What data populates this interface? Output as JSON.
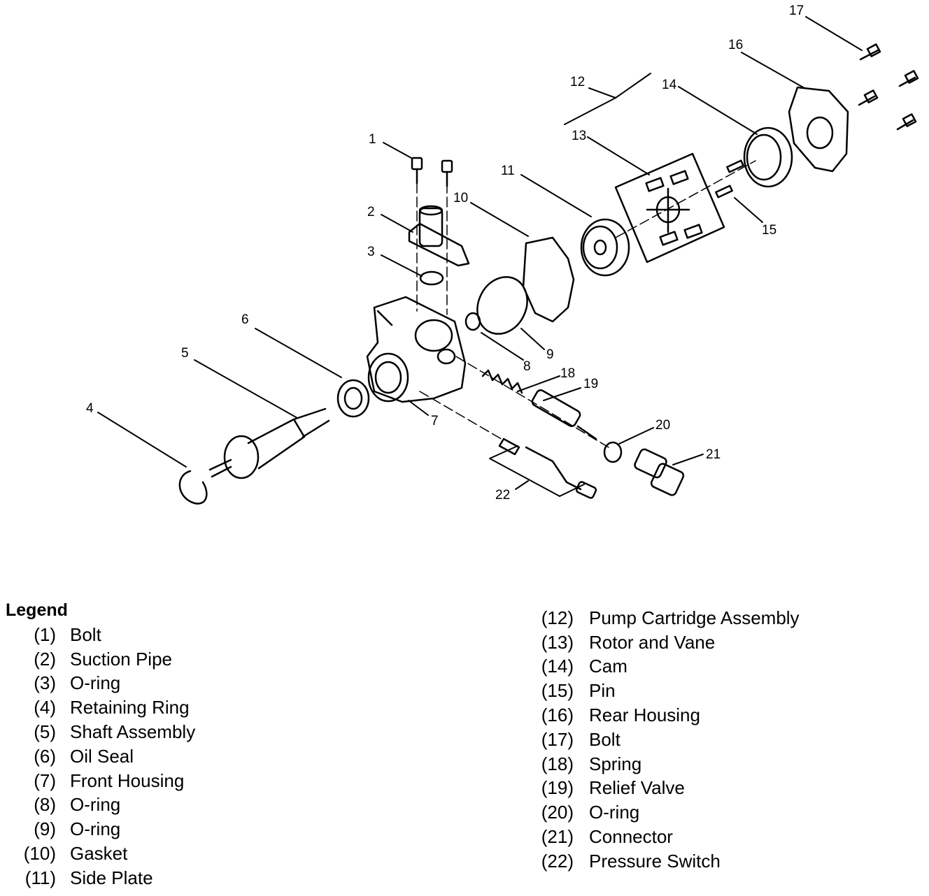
{
  "callouts": [
    "1",
    "2",
    "3",
    "4",
    "5",
    "6",
    "7",
    "8",
    "9",
    "10",
    "11",
    "12",
    "13",
    "14",
    "15",
    "16",
    "17",
    "18",
    "19",
    "20",
    "21",
    "22"
  ],
  "legend": {
    "title": "Legend",
    "items": [
      {
        "num": "(1)",
        "name": "Bolt"
      },
      {
        "num": "(2)",
        "name": "Suction Pipe"
      },
      {
        "num": "(3)",
        "name": "O-ring"
      },
      {
        "num": "(4)",
        "name": "Retaining Ring"
      },
      {
        "num": "(5)",
        "name": "Shaft Assembly"
      },
      {
        "num": "(6)",
        "name": "Oil Seal"
      },
      {
        "num": "(7)",
        "name": "Front Housing"
      },
      {
        "num": "(8)",
        "name": "O-ring"
      },
      {
        "num": "(9)",
        "name": "O-ring"
      },
      {
        "num": "(10)",
        "name": "Gasket"
      },
      {
        "num": "(11)",
        "name": "Side Plate"
      },
      {
        "num": "(12)",
        "name": "Pump Cartridge Assembly"
      },
      {
        "num": "(13)",
        "name": "Rotor and Vane"
      },
      {
        "num": "(14)",
        "name": "Cam"
      },
      {
        "num": "(15)",
        "name": "Pin"
      },
      {
        "num": "(16)",
        "name": "Rear Housing"
      },
      {
        "num": "(17)",
        "name": "Bolt"
      },
      {
        "num": "(18)",
        "name": "Spring"
      },
      {
        "num": "(19)",
        "name": "Relief Valve"
      },
      {
        "num": "(20)",
        "name": "O-ring"
      },
      {
        "num": "(21)",
        "name": "Connector"
      },
      {
        "num": "(22)",
        "name": "Pressure Switch"
      }
    ]
  }
}
